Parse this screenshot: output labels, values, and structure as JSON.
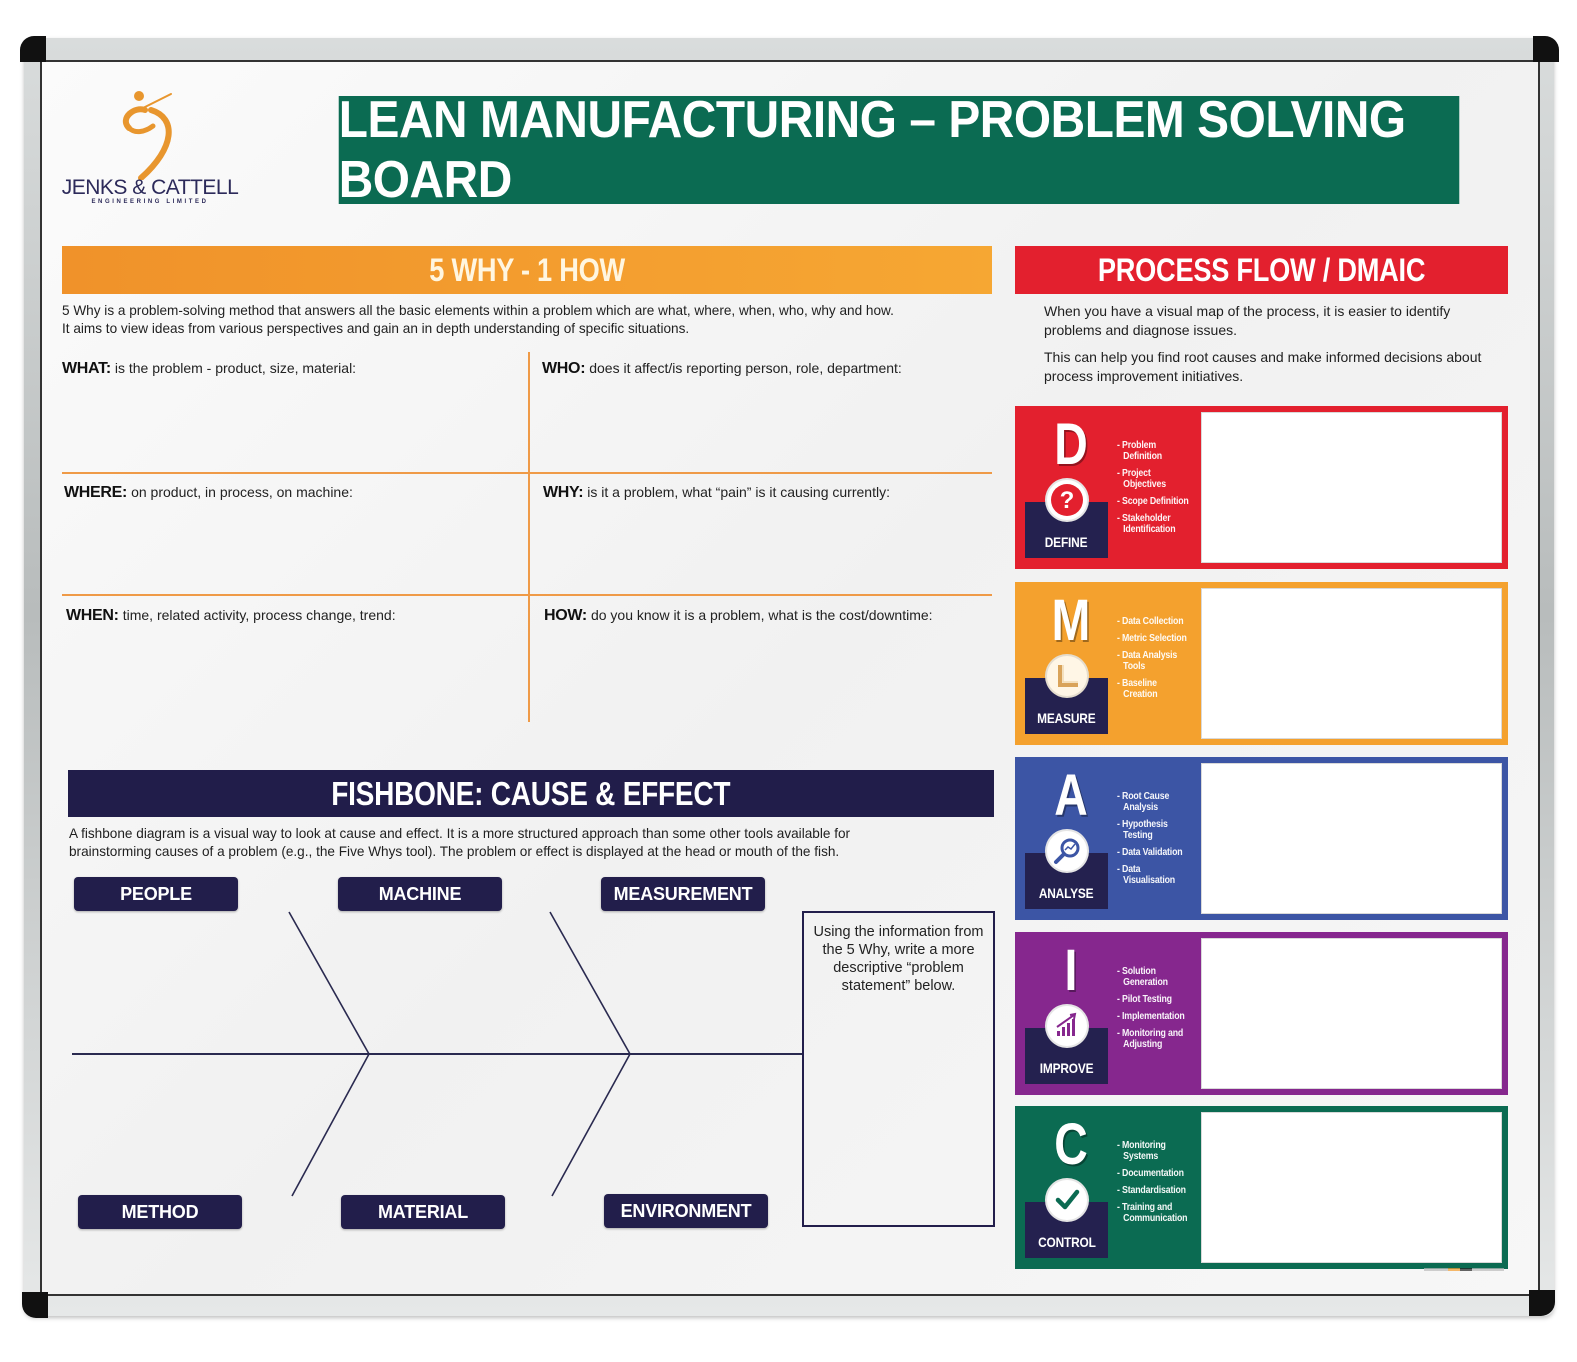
{
  "board": {
    "brand": {
      "name": "JENKS & CATTELL",
      "subtitle": "ENGINEERING LIMITED",
      "logo_icon": "dancing-figure-logo",
      "logo_color": "#E8962E"
    },
    "title": "LEAN MANUFACTURING – PROBLEM SOLVING BOARD",
    "title_color": "#0B6B52"
  },
  "five_why": {
    "heading": "5 WHY - 1 HOW",
    "heading_color": "#F39B2D",
    "intro_line1": "5 Why is a problem-solving method that answers all the basic elements within a problem which are what, where, when, who, why and how.",
    "intro_line2": "It aims to view ideas from various perspectives and gain an in depth understanding of specific situations.",
    "cells": [
      {
        "key": "WHAT:",
        "prompt": "is the problem - product, size, material:"
      },
      {
        "key": "WHO:",
        "prompt": "does it affect/is reporting person, role, department:"
      },
      {
        "key": "WHERE:",
        "prompt": "on product, in process, on machine:"
      },
      {
        "key": "WHY:",
        "prompt": "is it a problem, what “pain” is it causing currently:"
      },
      {
        "key": "WHEN:",
        "prompt": "time, related activity, process change, trend:"
      },
      {
        "key": "HOW:",
        "prompt": "do you know it is a problem, what is the cost/downtime:"
      }
    ]
  },
  "process_flow": {
    "heading": "PROCESS FLOW / DMAIC",
    "heading_color": "#E3202E",
    "intro_p1": "When you have a visual map of the process, it is easier to identify problems and diagnose issues.",
    "intro_p2": "This can help you find root causes and make informed decisions about process improvement initiatives.",
    "stages": [
      {
        "letter": "D",
        "label": "DEFINE",
        "icon": "question-mark-icon",
        "color": "#E3202E",
        "items": [
          "- Problem Definition",
          "- Project Objectives",
          "- Scope Definition",
          "- Stakeholder Identification"
        ]
      },
      {
        "letter": "M",
        "label": "MEASURE",
        "icon": "ruler-square-icon",
        "color": "#F4A12E",
        "items": [
          "- Data Collection",
          "- Metric Selection",
          "- Data Analysis Tools",
          "- Baseline Creation"
        ]
      },
      {
        "letter": "A",
        "label": "ANALYSE",
        "icon": "magnifier-chart-icon",
        "color": "#3C55A5",
        "items": [
          "- Root Cause Analysis",
          "- Hypothesis Testing",
          "- Data Validation",
          "- Data Visualisation"
        ]
      },
      {
        "letter": "I",
        "label": "IMPROVE",
        "icon": "growth-chart-icon",
        "color": "#86278E",
        "items": [
          "- Solution Generation",
          "- Pilot Testing",
          "- Implementation",
          "- Monitoring and Adjusting"
        ]
      },
      {
        "letter": "C",
        "label": "CONTROL",
        "icon": "checkmark-icon",
        "color": "#0B6B52",
        "items": [
          "- Monitoring Systems",
          "- Documentation",
          "- Standardisation",
          "- Training and Communication"
        ]
      }
    ]
  },
  "fishbone": {
    "heading": "FISHBONE: CAUSE & EFFECT",
    "heading_color": "#211D4A",
    "intro_line1": "A fishbone diagram is a visual way to look at cause and effect. It is a more structured approach than some other tools available for",
    "intro_line2": "brainstorming causes of a problem (e.g., the Five Whys tool). The problem or effect is displayed at the head or mouth of the fish.",
    "top_categories": [
      "PEOPLE",
      "MACHINE",
      "MEASUREMENT"
    ],
    "bottom_categories": [
      "METHOD",
      "MATERIAL",
      "ENVIRONMENT"
    ],
    "problem_statement_hint": "Using the information from the 5 Why, write a more descriptive “problem statement” below."
  }
}
